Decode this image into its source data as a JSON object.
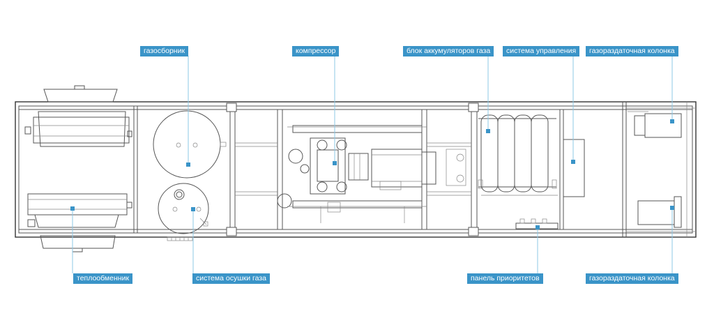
{
  "labels": {
    "gas_holder": "газосборник",
    "compressor": "компрессор",
    "accumulator_block": "блок аккумуляторов газа",
    "control_system": "система управления",
    "dispenser_top": "газораздаточная колонка",
    "heat_exchanger": "теплообменник",
    "drying_system": "система осушки газа",
    "priority_panel": "панель приоритетов",
    "dispenser_bottom": "газораздаточная колонка"
  },
  "colors": {
    "callout_bg": "#3a94c8",
    "leader_line": "#8ec8e6",
    "drawing_line": "#555555"
  }
}
